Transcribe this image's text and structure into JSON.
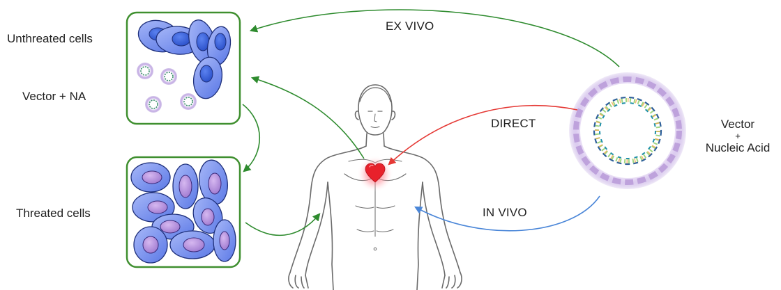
{
  "labels": {
    "untreated": "Unthreated cells",
    "vector_na": "Vector + NA",
    "treated": "Threated cells",
    "ex_vivo": "EX VIVO",
    "direct": "DIRECT",
    "in_vivo": "IN VIVO",
    "vector_line1": "Vector",
    "vector_plus": "+",
    "vector_line2": "Nucleic Acid"
  },
  "colors": {
    "box_border": "#3f8f2f",
    "ex_vivo_arrow": "#2e8b2e",
    "direct_arrow": "#e53935",
    "in_vivo_arrow": "#4a86d8",
    "cell_fill": "#6f8ff0",
    "cell_nucleus_untreated": "#3c62d8",
    "cell_nucleus_treated": "#b08ad8",
    "vector_halo": "#b89ad8",
    "heart": "#e8212b"
  },
  "icons": [
    "heart-icon",
    "dna-vector-icon",
    "human-body-icon"
  ]
}
